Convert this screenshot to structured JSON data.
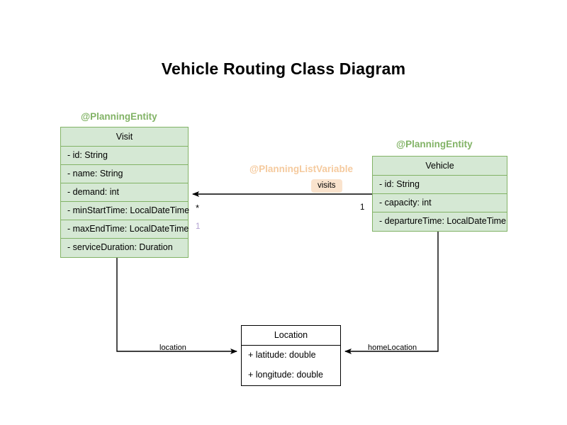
{
  "diagram": {
    "title": "Vehicle Routing Class Diagram",
    "type": "uml-class-diagram",
    "colors": {
      "planning_fill": "#d5e8d4",
      "planning_border": "#82b366",
      "planning_annotation": "#82b366",
      "listvariable_annotation": "#f5ca9e",
      "chip_background": "#fae3cd",
      "plain_fill": "#ffffff",
      "plain_border": "#000000",
      "multiplicity_accent": "#b09fd0",
      "canvas": "#ffffff"
    }
  },
  "classes": [
    {
      "id": "visit",
      "name": "Visit",
      "annotation": "@PlanningEntity",
      "attributes": [
        "- id: String",
        "- name: String",
        "- demand: int",
        "- minStartTime: LocalDateTime",
        "- maxEndTime: LocalDateTime",
        "- serviceDuration: Duration"
      ]
    },
    {
      "id": "vehicle",
      "name": "Vehicle",
      "annotation": "@PlanningEntity",
      "attributes": [
        "- id: String",
        "- capacity: int",
        "- departureTime: LocalDateTime"
      ]
    },
    {
      "id": "location",
      "name": "Location",
      "annotation": "",
      "attributes": [
        "+ latitude: double",
        "+ longitude: double"
      ]
    }
  ],
  "relationships": [
    {
      "id": "vehicle-visits",
      "from": "Vehicle",
      "to": "Visit",
      "label": "visits",
      "annotation": "@PlanningListVariable",
      "source_multiplicity": "1",
      "target_multiplicity": "*",
      "extra_multiplicity": "1"
    },
    {
      "id": "visit-location",
      "from": "Visit",
      "to": "Location",
      "label": "location",
      "annotation": "",
      "source_multiplicity": "",
      "target_multiplicity": ""
    },
    {
      "id": "vehicle-homelocation",
      "from": "Vehicle",
      "to": "Location",
      "label": "homeLocation",
      "annotation": "",
      "source_multiplicity": "",
      "target_multiplicity": ""
    }
  ]
}
